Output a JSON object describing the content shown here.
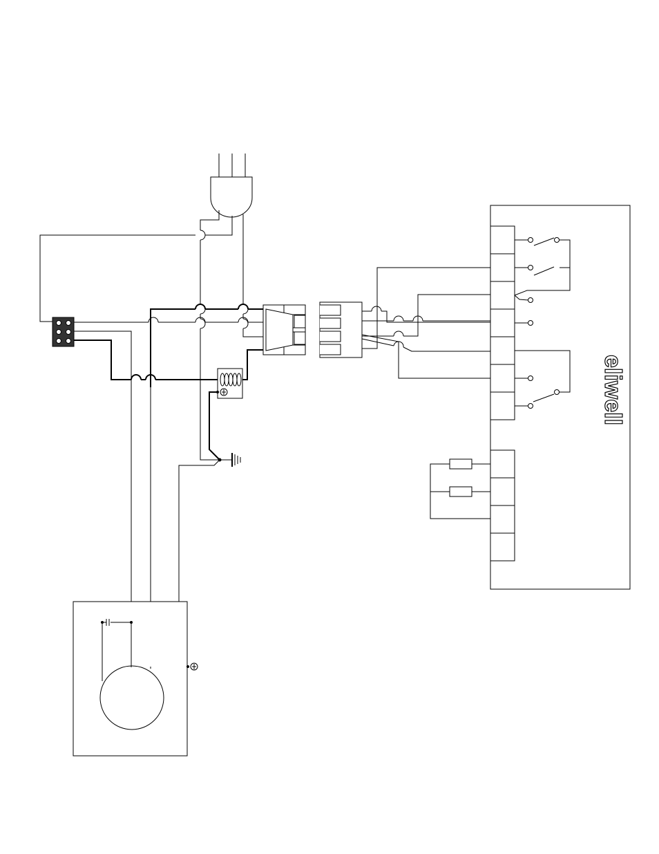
{
  "diagram": {
    "type": "wiring-schematic",
    "logo": {
      "text": "eliwell",
      "orientation": "rotated-90"
    },
    "components": {
      "power_plug": {
        "pins": 3
      },
      "terminal_block": {
        "terminals": 6
      },
      "connector_plug": {
        "pins": 3
      },
      "connector_socket": {
        "pins": 4
      },
      "relay_coil": {
        "ground": true
      },
      "ground_symbol": true,
      "motor_unit": {
        "capacitor": true,
        "ground": true
      },
      "controller": {
        "relay_terminals": 7,
        "probe_terminals": 4,
        "probes": 2
      }
    },
    "colors": {
      "line": "#000000",
      "background": "#ffffff",
      "terminal_block_fill": "#333333"
    }
  }
}
